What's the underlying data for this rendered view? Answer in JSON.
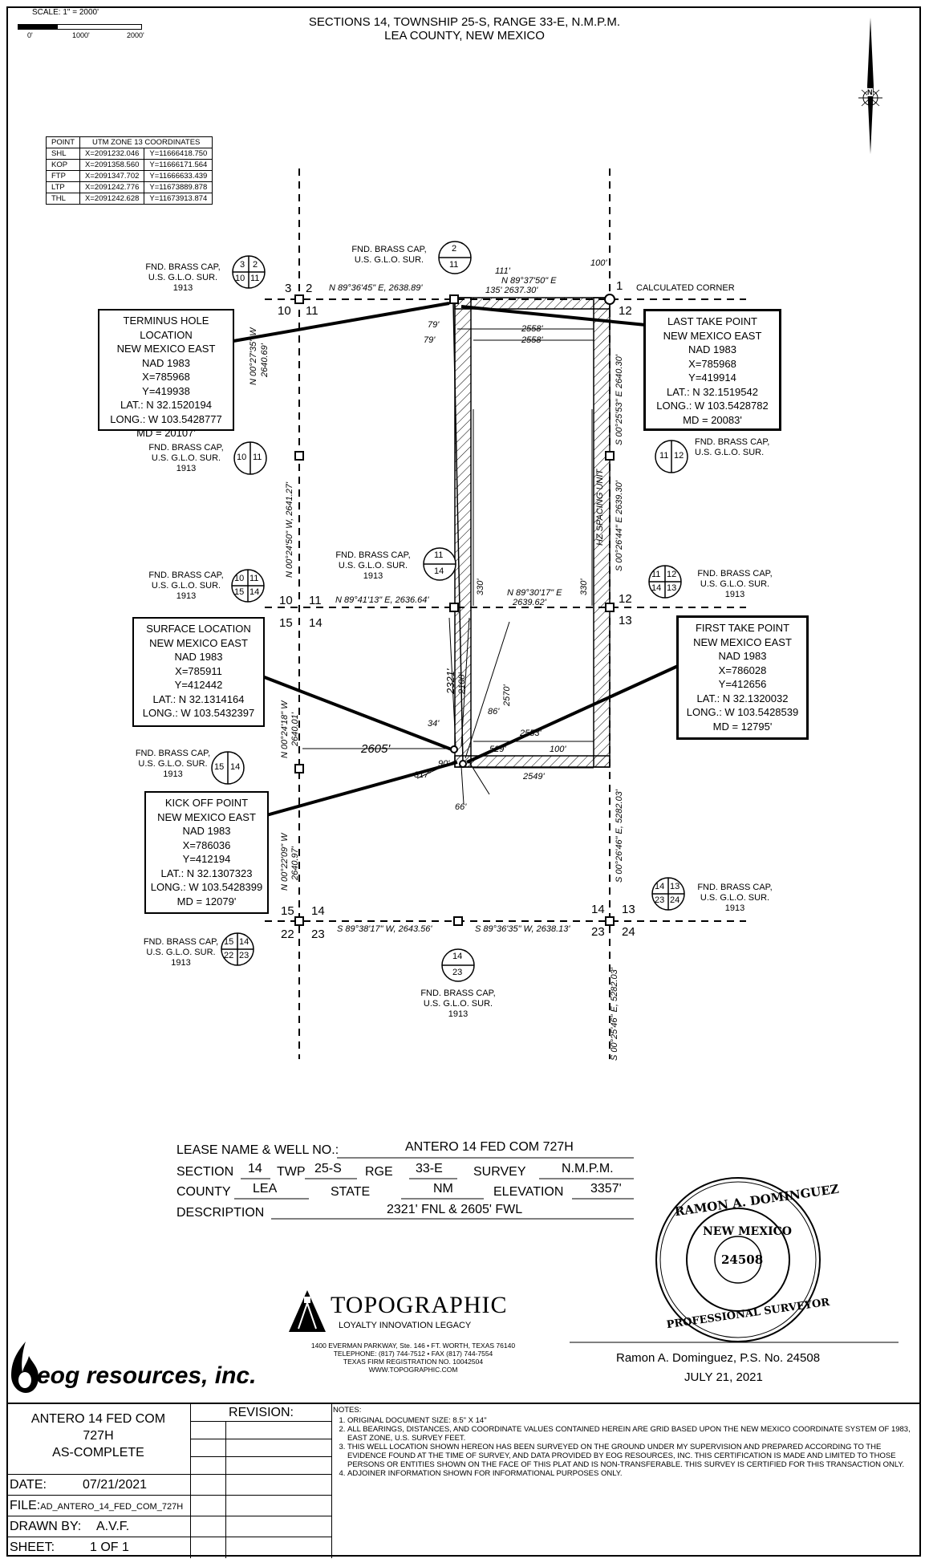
{
  "scale": {
    "label": "SCALE: 1\" = 2000'",
    "ticks": [
      "0'",
      "1000'",
      "2000'"
    ]
  },
  "header": {
    "line1": "SECTIONS 14, TOWNSHIP 25-S, RANGE 33-E, N.M.P.M.",
    "line2": "LEA COUNTY, NEW MEXICO"
  },
  "north_arrow": {
    "icon": "north-arrow-icon",
    "label": "N"
  },
  "coord_table": {
    "headers": [
      "POINT",
      "UTM ZONE 13 COORDINATES"
    ],
    "rows": [
      {
        "point": "SHL",
        "x": "X=2091232.046",
        "y": "Y=11666418.750"
      },
      {
        "point": "KOP",
        "x": "X=2091358.560",
        "y": "Y=11666171.564"
      },
      {
        "point": "FTP",
        "x": "X=2091347.702",
        "y": "Y=11666633.439"
      },
      {
        "point": "LTP",
        "x": "X=2091242.776",
        "y": "Y=11673889.878"
      },
      {
        "point": "THL",
        "x": "X=2091242.628",
        "y": "Y=11673913.874"
      }
    ]
  },
  "callouts": {
    "terminus": [
      "TERMINUS HOLE LOCATION",
      "NEW MEXICO EAST",
      "NAD 1983",
      "X=785968",
      "Y=419938",
      "LAT.: N 32.1520194",
      "LONG.: W 103.5428777",
      "MD = 20107'"
    ],
    "ltp": [
      "LAST TAKE POINT",
      "NEW MEXICO EAST",
      "NAD 1983",
      "X=785968",
      "Y=419914",
      "LAT.: N 32.1519542",
      "LONG.: W 103.5428782",
      "MD = 20083'"
    ],
    "surface": [
      "SURFACE LOCATION",
      "NEW MEXICO EAST",
      "NAD 1983",
      "X=785911",
      "Y=412442",
      "LAT.: N 32.1314164",
      "LONG.: W 103.5432397"
    ],
    "ftp": [
      "FIRST TAKE POINT",
      "NEW MEXICO EAST",
      "NAD 1983",
      "X=786028",
      "Y=412656",
      "LAT.: N 32.1320032",
      "LONG.: W 103.5428539",
      "MD = 12795'"
    ],
    "kop": [
      "KICK OFF POINT",
      "NEW MEXICO EAST",
      "NAD 1983",
      "X=786036",
      "Y=412194",
      "LAT.: N 32.1307323",
      "LONG.: W 103.5428399",
      "MD = 12079'"
    ]
  },
  "monuments": {
    "brass_cap_sur_1913": [
      "FND. BRASS CAP,",
      "U.S. G.L.O. SUR.",
      "1913"
    ],
    "brass_cap_sur": [
      "FND. BRASS CAP,",
      "U.S. G.L.O. SUR."
    ],
    "calculated_corner": "CALCULATED CORNER"
  },
  "section_numbers": {
    "s2": "2",
    "s3": "3",
    "s1": "1",
    "s10": "10",
    "s11": "11",
    "s12": "12",
    "s13": "13",
    "s14": "14",
    "s15": "15",
    "s22": "22",
    "s23": "23",
    "s24": "24"
  },
  "corner_circles": {
    "a": [
      "3",
      "2",
      "10",
      "11"
    ],
    "b": [
      "2",
      "11"
    ],
    "c": [
      "10",
      "11"
    ],
    "d": [
      "11",
      "12"
    ],
    "e": [
      "11",
      "14"
    ],
    "f": [
      "10",
      "11",
      "15",
      "14"
    ],
    "g": [
      "11",
      "12",
      "14",
      "13"
    ],
    "h": [
      "15",
      "14"
    ],
    "i": [
      "14",
      "13",
      "23",
      "24"
    ],
    "j": [
      "15",
      "14",
      "22",
      "23"
    ],
    "k": [
      "14",
      "23"
    ]
  },
  "bearings": {
    "north_west": "N 89°36'45\" E, 2638.89'",
    "north_east_1": "N 89°37'50\" E",
    "north_east_2": "135' 2637.30'",
    "d111": "111'",
    "d100a": "100'",
    "mid_west": "N 89°41'13\" E, 2636.64'",
    "mid_east_1": "N 89°30'17\" E",
    "mid_east_2": "2639.62'",
    "south_west": "S 89°38'17\" W, 2643.56'",
    "south_east": "S 89°36'35\" W, 2638.13'",
    "west_top": "N 00°27'35\" W",
    "west_top2": "2640.69'",
    "west_mid": "N 00°24'50\" W, 2641.27'",
    "west_low1": "N 00°24'18\" W",
    "west_low2": "2640.01'",
    "west_bot1": "N 00°22'09\" W",
    "west_bot2": "2640.97'",
    "east_top": "S 00°25'53\" E 2640.30'",
    "east_mid": "S 00°26'44\" E 2639.30'",
    "east_low": "S 00°26'46\" E, 5282.03'",
    "east_bot": "S 00°25'46\" E, 5282.03'",
    "hz_spacing": "HZ SPACING UNIT",
    "d2558a": "2558'",
    "d2558b": "2558'",
    "d79a": "79'",
    "d79b": "79'",
    "d330a": "330'",
    "d330b": "330'",
    "d2321": "2321'",
    "d2108": "2108'",
    "d2570": "2570'",
    "d34": "34'",
    "d86": "86'",
    "d2553": "2553'",
    "d2605": "2605'",
    "d90": "90'",
    "d529": "529'",
    "d100b": "100'",
    "d317": "317'",
    "d2549": "2549'",
    "d66": "66'"
  },
  "form": {
    "lease_label": "LEASE NAME & WELL NO.:",
    "lease_value": "ANTERO 14 FED COM 727H",
    "section_label": "SECTION",
    "section_value": "14",
    "twp_label": "TWP",
    "twp_value": "25-S",
    "rge_label": "RGE",
    "rge_value": "33-E",
    "survey_label": "SURVEY",
    "survey_value": "N.M.P.M.",
    "county_label": "COUNTY",
    "county_value": "LEA",
    "state_label": "STATE",
    "state_value": "NM",
    "elevation_label": "ELEVATION",
    "elevation_value": "3357'",
    "description_label": "DESCRIPTION",
    "description_value": "2321' FNL & 2605' FWL"
  },
  "seal": {
    "outer_top": "RAMON A. DOMINGUEZ",
    "inner": "NEW MEXICO",
    "number": "24508",
    "outer_bottom": "PROFESSIONAL SURVEYOR"
  },
  "topographic": {
    "name": "TOPOGRAPHIC",
    "tagline": "LOYALTY   INNOVATION   LEGACY",
    "address": [
      "1400 EVERMAN PARKWAY, Ste. 146 • FT. WORTH, TEXAS 76140",
      "TELEPHONE: (817) 744-7512 • FAX (817) 744-7554",
      "TEXAS FIRM REGISTRATION NO. 10042504",
      "WWW.TOPOGRAPHIC.COM"
    ]
  },
  "surveyor": {
    "name": "Ramon A. Dominguez, P.S. No. 24508",
    "date": "JULY 21, 2021"
  },
  "eog": {
    "name": "eog resources, inc."
  },
  "title_block": {
    "project": [
      "ANTERO 14 FED COM",
      "727H",
      "AS-COMPLETE"
    ],
    "revision_label": "REVISION:",
    "date_label": "DATE:",
    "date_value": "07/21/2021",
    "file_label": "FILE:",
    "file_value": "AD_ANTERO_14_FED_COM_727H",
    "drawn_label": "DRAWN BY:",
    "drawn_value": "A.V.F.",
    "sheet_label": "SHEET:",
    "sheet_value": "1 OF 1"
  },
  "notes": {
    "title": "NOTES:",
    "items": [
      "ORIGINAL DOCUMENT SIZE: 8.5\" X 14\"",
      "ALL BEARINGS, DISTANCES, AND COORDINATE VALUES CONTAINED HEREIN ARE GRID BASED UPON THE NEW MEXICO COORDINATE SYSTEM OF 1983, EAST ZONE, U.S. SURVEY FEET.",
      "THIS WELL LOCATION SHOWN HEREON HAS BEEN SURVEYED ON THE GROUND UNDER MY SUPERVISION AND PREPARED ACCORDING TO THE EVIDENCE FOUND AT THE TIME OF SURVEY, AND DATA PROVIDED BY EOG RESOURCES, INC. THIS CERTIFICATION IS MADE AND LIMITED TO THOSE PERSONS OR ENTITIES SHOWN ON THE FACE OF THIS PLAT AND IS NON-TRANSFERABLE. THIS SURVEY IS CERTIFIED FOR THIS TRANSACTION ONLY.",
      "ADJOINER INFORMATION SHOWN FOR INFORMATIONAL PURPOSES ONLY."
    ]
  }
}
